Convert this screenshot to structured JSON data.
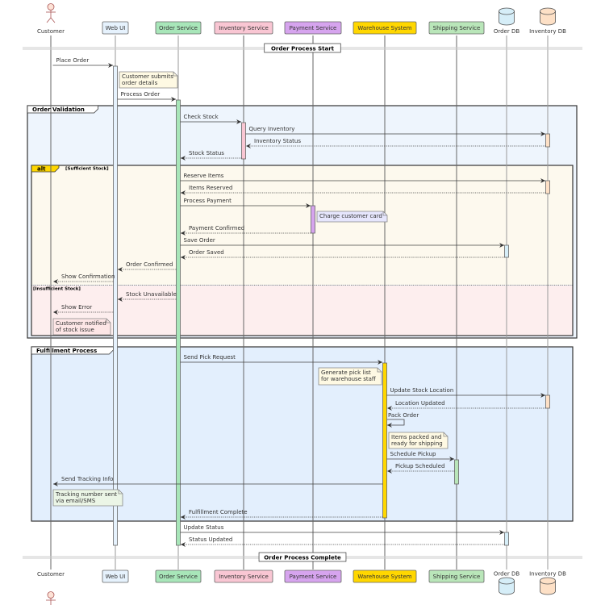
{
  "colors": {
    "customer": "#fde2d6",
    "web_ui": "#e6f2fd",
    "order_service": "#a8e6b9",
    "inventory_service": "#f9c6d3",
    "payment_service": "#d6a4ee",
    "warehouse_system": "#ffd700",
    "shipping_service": "#b9e6b9",
    "order_db": "#d6eef8",
    "inventory_db": "#fde0c6",
    "note_yellow": "#fef9e3",
    "note_purple": "#e6e6fd",
    "note_pink": "#fde6e6",
    "note_green": "#ebf5e6",
    "frame_validation_bg": "#eef5fd",
    "frame_alt_bg": "#fdf9ee",
    "frame_else_bg": "#fdeeee",
    "frame_fulfillment_bg": "#e3effd",
    "alt_tag": "#ffd700"
  },
  "participants": [
    {
      "id": "customer",
      "label": "Customer",
      "type": "actor",
      "color_key": "customer"
    },
    {
      "id": "web_ui",
      "label": "Web UI",
      "type": "box",
      "color_key": "web_ui"
    },
    {
      "id": "order_service",
      "label": "Order Service",
      "type": "box",
      "color_key": "order_service"
    },
    {
      "id": "inventory_service",
      "label": "Inventory Service",
      "type": "box",
      "color_key": "inventory_service"
    },
    {
      "id": "payment_service",
      "label": "Payment Service",
      "type": "box",
      "color_key": "payment_service"
    },
    {
      "id": "warehouse_system",
      "label": "Warehouse System",
      "type": "box",
      "color_key": "warehouse_system"
    },
    {
      "id": "shipping_service",
      "label": "Shipping Service",
      "type": "box",
      "color_key": "shipping_service"
    },
    {
      "id": "order_db",
      "label": "Order DB",
      "type": "database",
      "color_key": "order_db"
    },
    {
      "id": "inventory_db",
      "label": "Inventory DB",
      "type": "database",
      "color_key": "inventory_db"
    }
  ],
  "separators": [
    {
      "label": "Order Process Start"
    },
    {
      "label": "Order Process Complete"
    }
  ],
  "frames": [
    {
      "id": "validation",
      "label": "Order Validation",
      "kind": "group"
    },
    {
      "id": "alt",
      "label": "alt",
      "kind": "alt",
      "guards": [
        "[Sufficient Stock]",
        "[Insufficient Stock]"
      ]
    },
    {
      "id": "fulfillment",
      "label": "Fulfillment Process",
      "kind": "group"
    }
  ],
  "messages": [
    {
      "from": "customer",
      "to": "web_ui",
      "label": "Place Order",
      "style": "sync"
    },
    {
      "from": "web_ui",
      "to": "order_service",
      "label": "Process Order",
      "style": "sync"
    },
    {
      "from": "order_service",
      "to": "inventory_service",
      "label": "Check Stock",
      "style": "sync"
    },
    {
      "from": "inventory_service",
      "to": "inventory_db",
      "label": "Query Inventory",
      "style": "sync"
    },
    {
      "from": "inventory_db",
      "to": "inventory_service",
      "label": "Inventory Status",
      "style": "reply"
    },
    {
      "from": "inventory_service",
      "to": "order_service",
      "label": "Stock Status",
      "style": "reply"
    },
    {
      "from": "order_service",
      "to": "inventory_db",
      "label": "Reserve Items",
      "style": "sync"
    },
    {
      "from": "inventory_db",
      "to": "order_service",
      "label": "Items Reserved",
      "style": "reply"
    },
    {
      "from": "order_service",
      "to": "payment_service",
      "label": "Process Payment",
      "style": "sync"
    },
    {
      "from": "payment_service",
      "to": "order_service",
      "label": "Payment Confirmed",
      "style": "reply"
    },
    {
      "from": "order_service",
      "to": "order_db",
      "label": "Save Order",
      "style": "sync"
    },
    {
      "from": "order_db",
      "to": "order_service",
      "label": "Order Saved",
      "style": "reply"
    },
    {
      "from": "order_service",
      "to": "web_ui",
      "label": "Order Confirmed",
      "style": "reply"
    },
    {
      "from": "web_ui",
      "to": "customer",
      "label": "Show Confirmation",
      "style": "reply"
    },
    {
      "from": "order_service",
      "to": "web_ui",
      "label": "Stock Unavailable",
      "style": "reply"
    },
    {
      "from": "web_ui",
      "to": "customer",
      "label": "Show Error",
      "style": "reply"
    },
    {
      "from": "order_service",
      "to": "warehouse_system",
      "label": "Send Pick Request",
      "style": "sync"
    },
    {
      "from": "warehouse_system",
      "to": "inventory_db",
      "label": "Update Stock Location",
      "style": "sync"
    },
    {
      "from": "inventory_db",
      "to": "warehouse_system",
      "label": "Location Updated",
      "style": "reply"
    },
    {
      "from": "warehouse_system",
      "to": "warehouse_system",
      "label": "Pack Order",
      "style": "self"
    },
    {
      "from": "warehouse_system",
      "to": "shipping_service",
      "label": "Schedule Pickup",
      "style": "sync"
    },
    {
      "from": "shipping_service",
      "to": "warehouse_system",
      "label": "Pickup Scheduled",
      "style": "reply"
    },
    {
      "from": "warehouse_system",
      "to": "customer",
      "label": "Send Tracking Info",
      "style": "sync"
    },
    {
      "from": "warehouse_system",
      "to": "order_service",
      "label": "Fulfillment Complete",
      "style": "reply"
    },
    {
      "from": "order_service",
      "to": "order_db",
      "label": "Update Status",
      "style": "sync"
    },
    {
      "from": "order_db",
      "to": "order_service",
      "label": "Status Updated",
      "style": "reply"
    }
  ],
  "notes": [
    {
      "lines": [
        "Customer submits",
        "order details"
      ],
      "color_key": "note_yellow"
    },
    {
      "lines": [
        "Charge customer card"
      ],
      "color_key": "note_purple"
    },
    {
      "lines": [
        "Customer notified",
        "of stock issue"
      ],
      "color_key": "note_pink"
    },
    {
      "lines": [
        "Generate pick list",
        "for warehouse staff"
      ],
      "color_key": "note_yellow"
    },
    {
      "lines": [
        "Items packed and",
        "ready for shipping"
      ],
      "color_key": "note_yellow"
    },
    {
      "lines": [
        "Tracking number sent",
        "via email/SMS"
      ],
      "color_key": "note_green"
    }
  ]
}
